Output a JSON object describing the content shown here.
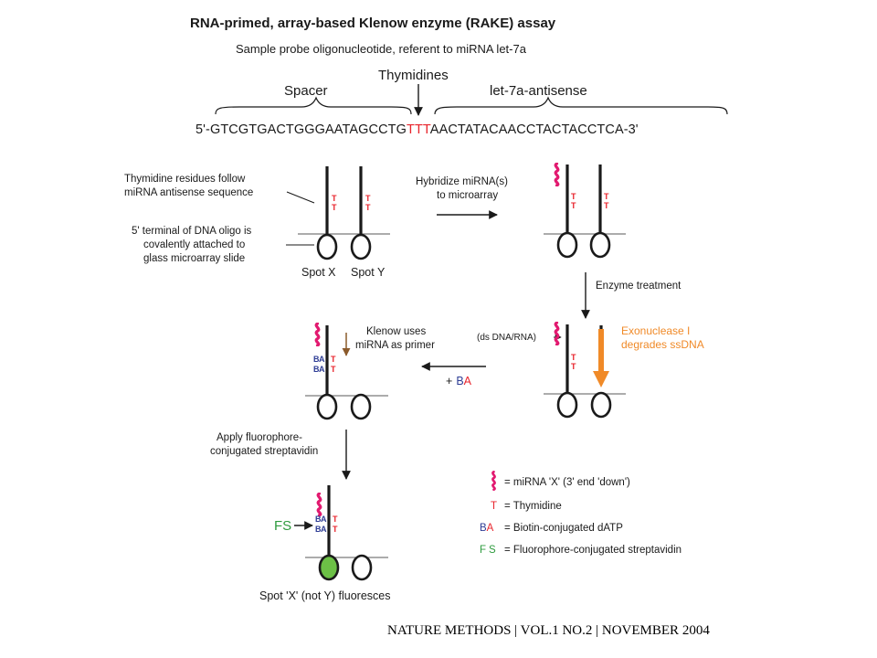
{
  "diagram": {
    "title": "RNA-primed, array-based Klenow enzyme (RAKE) assay",
    "subtitle": "Sample probe oligonucleotide, referent to miRNA let-7a",
    "sequence": {
      "thymidines_label": "Thymidines",
      "spacer_label": "Spacer",
      "antisense_label": "let-7a-antisense",
      "seq_part1": "5'-GTCGTGACTGGGAATAGCCTG",
      "seq_ttt": "TTT",
      "seq_part2": "AACTATACAACCTACTACCTCA-3'"
    },
    "step1": {
      "note_thymidine_line1": "Thymidine residues follow",
      "note_thymidine_line2": "miRNA antisense sequence",
      "note_terminal_line1": "5' terminal of DNA oligo is",
      "note_terminal_line2": "covalently attached to",
      "note_terminal_line3": "glass microarray slide",
      "spot_x": "Spot X",
      "spot_y": "Spot Y"
    },
    "arrow_hybridize_line1": "Hybridize miRNA(s)",
    "arrow_hybridize_line2": "to microarray",
    "arrow_enzyme": "Enzyme treatment",
    "step3": {
      "ds_label": "(ds DNA/RNA)",
      "exo_line1": "Exonuclease I",
      "exo_line2": "degrades ssDNA"
    },
    "step4": {
      "klenow_line1": "Klenow uses",
      "klenow_line2": "miRNA as primer",
      "plus_ba_plus": "+",
      "plus_ba_b": "B",
      "plus_ba_a": "A"
    },
    "arrow_apply_line1": "Apply fluorophore-",
    "arrow_apply_line2": "conjugated streptavidin",
    "step5": {
      "fs_label": "FS",
      "result": "Spot 'X'  (not Y) fluoresces"
    },
    "glyphs": {
      "t": "T",
      "b": "B",
      "a": "A",
      "f": "F",
      "s": "S"
    },
    "legend": {
      "mirna": "= miRNA 'X' (3' end 'down')",
      "thymidine_symbol": "T",
      "thymidine": "= Thymidine",
      "biotin_symbol": "BA",
      "biotin": "= Biotin-conjugated dATP",
      "fluoro_symbol": "F S",
      "fluoro": "= Fluorophore-conjugated streptavidin"
    },
    "colors": {
      "thymidine": "#e8242c",
      "mirna": "#e21a70",
      "biotin": "#2e3d95",
      "fluoro": "#2e9b3e",
      "exonuclease": "#f08a28",
      "green_spot": "#6cc046",
      "klenow_arrow": "#8b5a2b"
    }
  },
  "footer": "NATURE METHODS | VOL.1 NO.2 | NOVEMBER 2004"
}
